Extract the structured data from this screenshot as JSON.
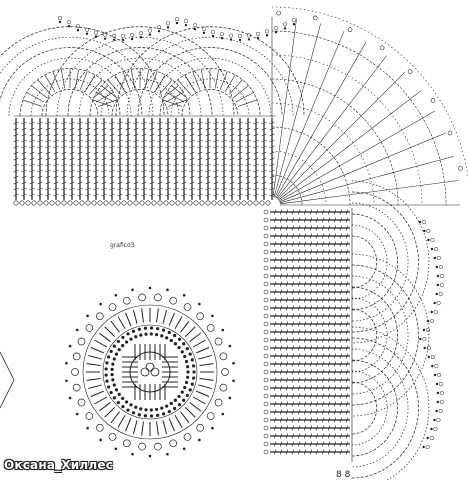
{
  "diagram": {
    "caption": "graficoЗ",
    "signature": "Оксана_Хиллес",
    "corner_mark": "8  8",
    "panels": [
      "top-edging-chart",
      "corner-fan-chart",
      "right-edging-chart",
      "motif-round-chart"
    ],
    "colors": {
      "ink": "#222222",
      "paper": "#ffffff"
    }
  }
}
